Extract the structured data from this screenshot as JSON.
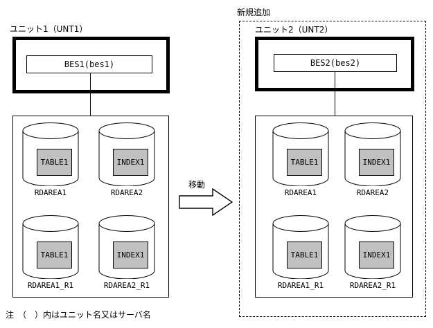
{
  "diagram": {
    "title_left": "ユニット1（UNT1）",
    "title_new": "新規追加",
    "title_right": "ユニット2（UNT2）",
    "arrow_label": "移動",
    "note": "注　（　）内はユニット名又はサーバ名",
    "colors": {
      "chip_fill": "#c0c0c0",
      "stroke": "#000000",
      "background": "#ffffff"
    }
  },
  "left_unit": {
    "unit_label": "ユニット1（UNT1）",
    "server": {
      "label": "BES1(bes1)"
    },
    "rdareas": [
      {
        "name": "RDAREA1",
        "chip": "TABLE1"
      },
      {
        "name": "RDAREA2",
        "chip": "INDEX1"
      },
      {
        "name": "RDAREA1_R1",
        "chip": "TABLE1"
      },
      {
        "name": "RDAREA2_R1",
        "chip": "INDEX1"
      }
    ]
  },
  "right_unit": {
    "new_label": "新規追加",
    "unit_label": "ユニット2（UNT2）",
    "server": {
      "label": "BES2(bes2)"
    },
    "rdareas": [
      {
        "name": "RDAREA1",
        "chip": "TABLE1"
      },
      {
        "name": "RDAREA2",
        "chip": "INDEX1"
      },
      {
        "name": "RDAREA1_R1",
        "chip": "TABLE1"
      },
      {
        "name": "RDAREA2_R1",
        "chip": "INDEX1"
      }
    ]
  }
}
